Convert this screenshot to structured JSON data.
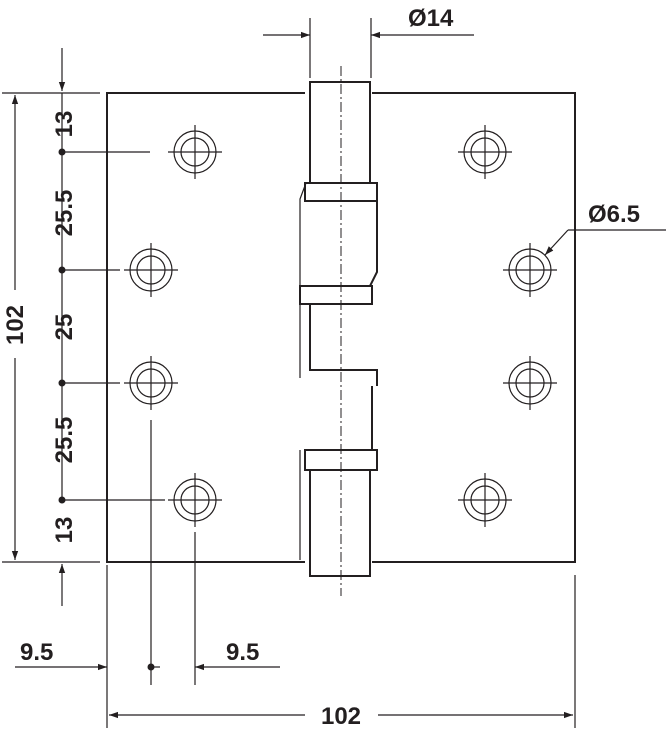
{
  "drawing": {
    "pin_diameter": "Ø14",
    "hole_diameter": "Ø6.5",
    "overall_height": "102",
    "overall_width": "102",
    "edge_offset_left": "9.5",
    "edge_offset_right": "9.5",
    "vertical_pitch": [
      "13",
      "25.5",
      "25",
      "25.5",
      "13"
    ]
  },
  "colors": {
    "line": "#231f20",
    "background": "#ffffff"
  }
}
